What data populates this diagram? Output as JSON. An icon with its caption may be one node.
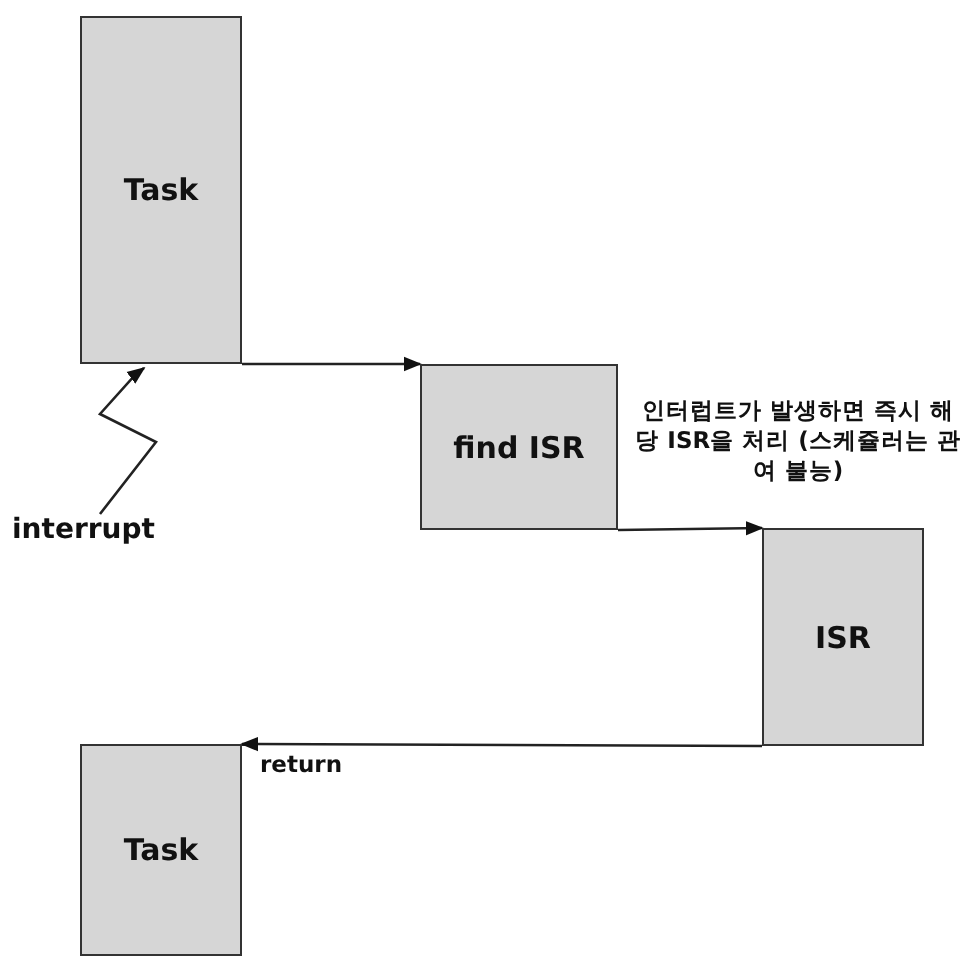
{
  "diagram": {
    "nodes": [
      {
        "text": [
          "Task"
        ]
      },
      {
        "text": [
          "interrupt"
        ]
      },
      {
        "text": [
          "find ISR"
        ]
      },
      {
        "text": [
          "ISR"
        ]
      },
      {
        "text": [
          "Task"
        ]
      }
    ],
    "edges": [
      {
        "from": 1,
        "to": 0,
        "arrow": "to"
      },
      {
        "from": 0,
        "to": 2,
        "arrow": "to"
      },
      {
        "from": 2,
        "to": 3,
        "arrow": "to",
        "label": "인터럽트가 발생하면 즉시 해당 ISR을 처리 (스케쥴러는 관여 불능)"
      },
      {
        "from": 3,
        "to": 4,
        "arrow": "to",
        "label": "return"
      }
    ]
  }
}
